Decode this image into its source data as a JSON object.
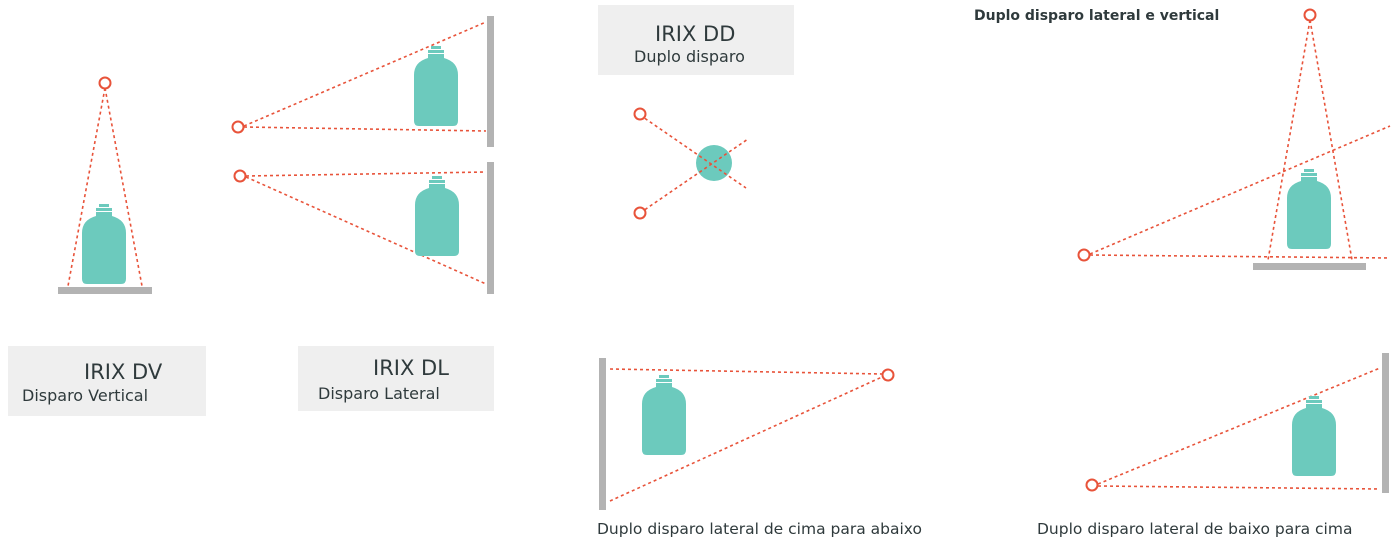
{
  "colors": {
    "beam": "#e8533a",
    "bottle": "#6ccabd",
    "wall": "#b3b3b3",
    "label_bg": "#efefef",
    "text": "#2f3a3c"
  },
  "labels": {
    "dv": {
      "title": "IRIX DV",
      "subtitle": "Disparo Vertical"
    },
    "dl": {
      "title": "IRIX DL",
      "subtitle": "Disparo Lateral"
    },
    "dd": {
      "title": "IRIX DD",
      "subtitle": "Duplo disparo"
    }
  },
  "captions": {
    "lateral_vertical": "Duplo disparo lateral e vertical",
    "top_down": "Duplo disparo lateral de cima para abaixo",
    "bottom_up": "Duplo disparo lateral de baixo para cima"
  },
  "icons": {
    "bottle": "bottle-icon",
    "sensor": "sensor-emitter-icon",
    "reflector": "reflector-surface",
    "target": "circular-target-icon"
  }
}
